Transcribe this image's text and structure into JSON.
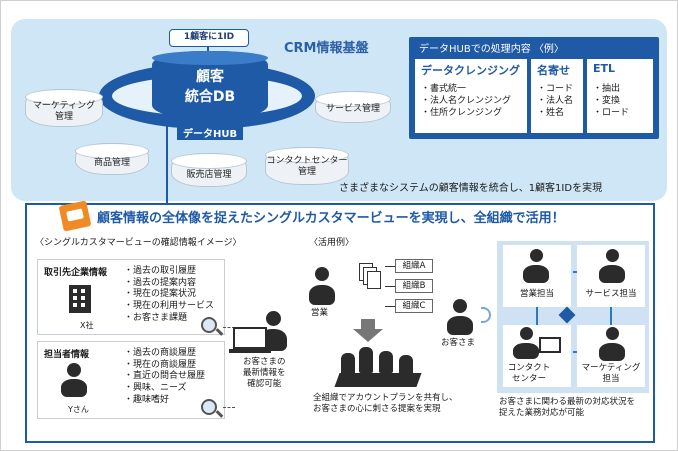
{
  "crm": {
    "title": "CRM情報基盤",
    "one_id_tag": "1顧客に1ID",
    "db_line1": "顧客",
    "db_line2": "統合DB",
    "hub_label": "データHUB",
    "systems": {
      "marketing": "マーケティング\n管理",
      "service": "サービス管理",
      "product": "商品管理",
      "store": "販売店管理",
      "contact": "コンタクトセンター\n管理"
    },
    "description": "さまざまなシステムの顧客情報を統合し、1顧客1IDを実現"
  },
  "processing": {
    "title": "データHUBでの処理内容 〈例〉",
    "cleansing": {
      "heading": "データクレンジング",
      "items": [
        "・書式統一",
        "・法人名クレンジング",
        "・住所クレンジング"
      ]
    },
    "naming": {
      "heading": "名寄せ",
      "items": [
        "・コード",
        "・法人名",
        "・姓名"
      ]
    },
    "etl": {
      "heading": "ETL",
      "items": [
        "・抽出",
        "・変換",
        "・ロード"
      ]
    }
  },
  "bottom": {
    "headline": "顧客情報の全体像を捉えたシングルカスタマービューを実現し、全組織で活用！",
    "view_section_label": "〈シングルカスタマービューの確認情報イメージ〉",
    "use_section_label": "〈活用例〉",
    "company_card": {
      "title": "取引先企業情報",
      "subject": "X社",
      "items": [
        "・過去の取引履歴",
        "・過去の提案内容",
        "・現在の提案状況",
        "・現在の利用サービス",
        "・お客さま課題"
      ]
    },
    "person_card": {
      "title": "担当者情報",
      "subject": "Yさん",
      "items": [
        "・過去の商談履歴",
        "・現在の商談履歴",
        "・直近の問合せ履歴",
        "・興味、ニーズ",
        "・趣味嗜好"
      ]
    },
    "latest_info": "お客さまの\n最新情報を\n確認可能",
    "orgs": [
      "組織A",
      "組織B",
      "組織C"
    ],
    "sales_label": "営業",
    "meeting_caption": "全組織でアカウントプランを共有し、\nお客さまの心に刺さる提案を実現",
    "customer_label": "お客さま",
    "support": {
      "sales": "営業担当",
      "service": "サービス担当",
      "contact": "コンタクト\nセンター",
      "marketing": "マーケティング\n担当",
      "caption": "お客さまに関わる最新の対応状況を\n捉えた業務対応が可能"
    }
  }
}
